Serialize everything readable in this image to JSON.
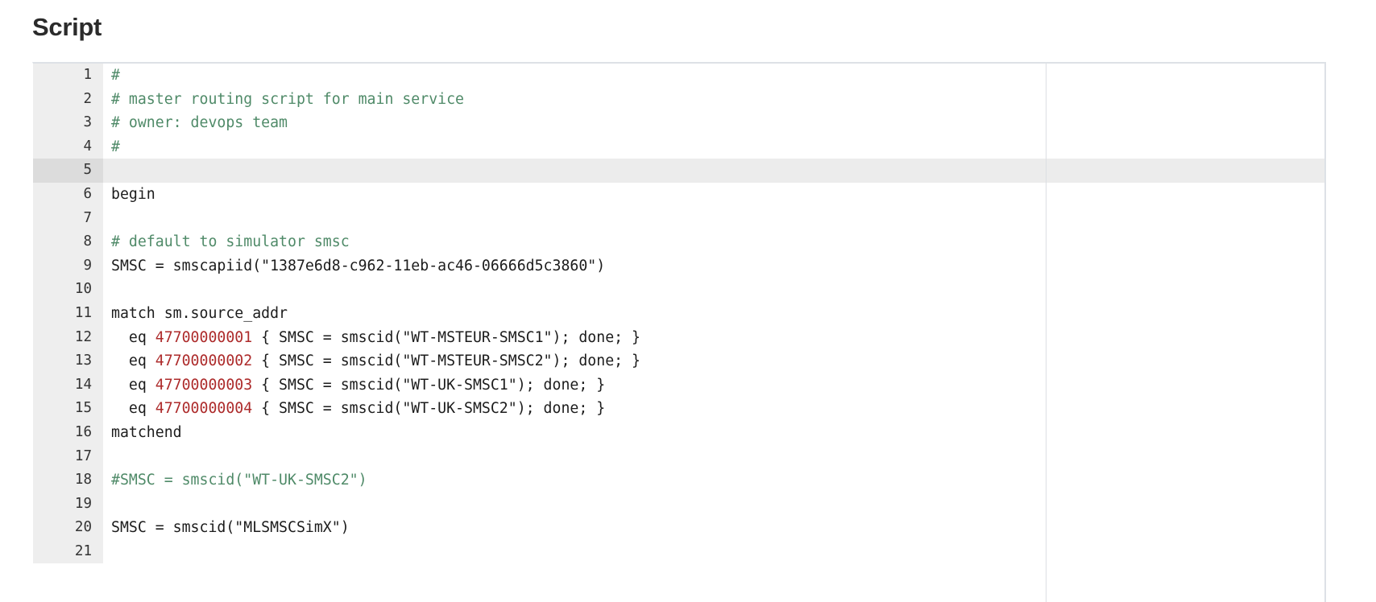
{
  "page": {
    "title": "Script"
  },
  "editor": {
    "active_line": 5,
    "gutter_bg": "#eeeeee",
    "active_gutter_bg": "#dcdcdc",
    "active_line_bg": "#ececec",
    "border_color": "#dde1e6",
    "ruler_color": "#dcdfe3",
    "comment_color": "#4f8a68",
    "number_color": "#ad2b2b",
    "text_color": "#1c1c1c",
    "lines": [
      {
        "n": "1",
        "tokens": [
          {
            "t": "comment",
            "s": "#"
          }
        ]
      },
      {
        "n": "2",
        "tokens": [
          {
            "t": "comment",
            "s": "# master routing script for main service"
          }
        ]
      },
      {
        "n": "3",
        "tokens": [
          {
            "t": "comment",
            "s": "# owner: devops team"
          }
        ]
      },
      {
        "n": "4",
        "tokens": [
          {
            "t": "comment",
            "s": "#"
          }
        ]
      },
      {
        "n": "5",
        "tokens": []
      },
      {
        "n": "6",
        "tokens": [
          {
            "t": "plain",
            "s": "begin"
          }
        ]
      },
      {
        "n": "7",
        "tokens": []
      },
      {
        "n": "8",
        "tokens": [
          {
            "t": "comment",
            "s": "# default to simulator smsc"
          }
        ]
      },
      {
        "n": "9",
        "tokens": [
          {
            "t": "plain",
            "s": "SMSC = smscapiid(\"1387e6d8-c962-11eb-ac46-06666d5c3860\")"
          }
        ]
      },
      {
        "n": "10",
        "tokens": []
      },
      {
        "n": "11",
        "tokens": [
          {
            "t": "plain",
            "s": "match sm.source_addr"
          }
        ]
      },
      {
        "n": "12",
        "tokens": [
          {
            "t": "plain",
            "s": "  eq "
          },
          {
            "t": "number",
            "s": "47700000001"
          },
          {
            "t": "plain",
            "s": " { SMSC = smscid(\"WT-MSTEUR-SMSC1\"); done; }"
          }
        ]
      },
      {
        "n": "13",
        "tokens": [
          {
            "t": "plain",
            "s": "  eq "
          },
          {
            "t": "number",
            "s": "47700000002"
          },
          {
            "t": "plain",
            "s": " { SMSC = smscid(\"WT-MSTEUR-SMSC2\"); done; }"
          }
        ]
      },
      {
        "n": "14",
        "tokens": [
          {
            "t": "plain",
            "s": "  eq "
          },
          {
            "t": "number",
            "s": "47700000003"
          },
          {
            "t": "plain",
            "s": " { SMSC = smscid(\"WT-UK-SMSC1\"); done; }"
          }
        ]
      },
      {
        "n": "15",
        "tokens": [
          {
            "t": "plain",
            "s": "  eq "
          },
          {
            "t": "number",
            "s": "47700000004"
          },
          {
            "t": "plain",
            "s": " { SMSC = smscid(\"WT-UK-SMSC2\"); done; }"
          }
        ]
      },
      {
        "n": "16",
        "tokens": [
          {
            "t": "plain",
            "s": "matchend"
          }
        ]
      },
      {
        "n": "17",
        "tokens": []
      },
      {
        "n": "18",
        "tokens": [
          {
            "t": "comment",
            "s": "#SMSC = smscid(\"WT-UK-SMSC2\")"
          }
        ]
      },
      {
        "n": "19",
        "tokens": []
      },
      {
        "n": "20",
        "tokens": [
          {
            "t": "plain",
            "s": "SMSC = smscid(\"MLSMSCSimX\")"
          }
        ]
      },
      {
        "n": "21",
        "tokens": []
      }
    ]
  }
}
